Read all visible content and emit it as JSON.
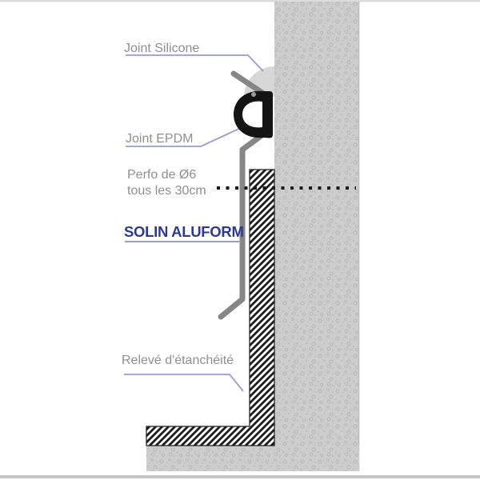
{
  "diagram": {
    "labels": {
      "joint_silicone": "Joint Silicone",
      "joint_epdm": "Joint EPDM",
      "perfo_line1": "Perfo de Ø6",
      "perfo_line2": "tous les 30cm",
      "solin_aluform": "SOLIN ALUFORM",
      "releve_etancheite": "Relevé d'étanchéité"
    },
    "colors": {
      "label_gray": "#8f8f8f",
      "solin_blue": "#2e3a8c",
      "leader_purple": "#9b9bce",
      "metal_gray": "#868686",
      "epdm_black": "#141414",
      "silicone_gray": "#d7d7d7",
      "concrete_base": "#cdcdcd",
      "concrete_speckle": "#b7b7b7",
      "hatch_black": "#1c1c1c",
      "frame_gray": "#c6c6c6"
    }
  }
}
